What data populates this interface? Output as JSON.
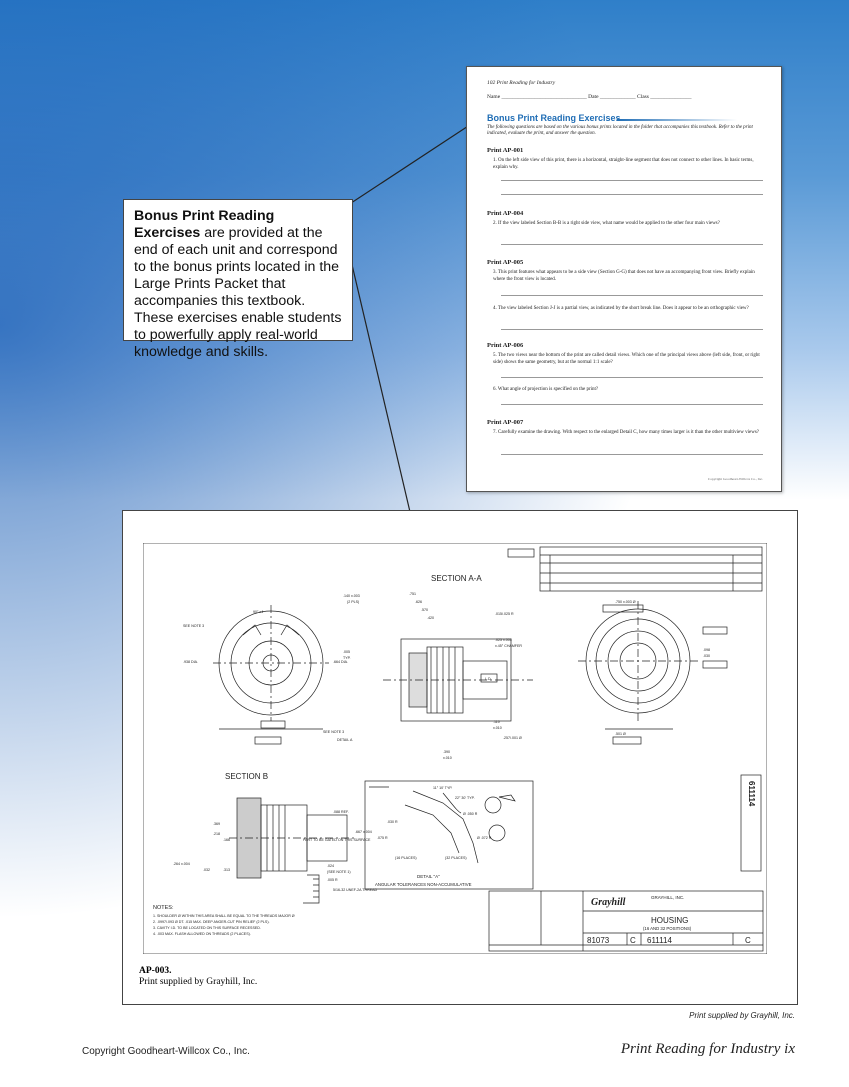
{
  "callout": {
    "title": "Bonus Print Reading Exercises",
    "text": " are provided at the end of each unit and correspond to the bonus prints located in the Large Prints Packet that accompanies this textbook. These exercises enable students to powerfully apply real-world knowledge and skills."
  },
  "book": {
    "header": "102    Print Reading for Industry",
    "name_line": "Name _______________________________  Date _____________  Class _______________",
    "section": "Bonus Print Reading Exercises",
    "intro": "The following questions are based on the various bonus prints located in the folder that accompanies this textbook. Refer to the print indicated, evaluate the print, and answer the question.",
    "prints": [
      {
        "title": "Print AP-001"
      },
      {
        "title": "Print AP-004"
      },
      {
        "title": "Print AP-005"
      },
      {
        "title": "Print AP-006"
      },
      {
        "title": "Print AP-007"
      }
    ],
    "questions": [
      "1.  On the left side view of this print, there is a horizontal, straight-line segment that does not connect to other lines. In basic terms, explain why.",
      "2.  If the view labeled Section B-B is a right side view, what name would be applied to the other four main views?",
      "3.  This print features what appears to be a side view (Section G-G) that does not have an accompanying front view. Briefly explain where the front view is located.",
      "4.  The view labeled Section J-J is a partial view, as indicated by the short break line. Does it appear to be an orthographic view?",
      "5.  The two views near the bottom of the print are called detail views. Which one of the principal views above (left side, front, or right side) shows the same geometry, but at the normal 1:1 scale?",
      "6.  What angle of projection is specified on the print?",
      "7.  Carefully examine the drawing. With respect to the enlarged Detail C, how many times larger is it than the other multiview views?"
    ],
    "copyright": "Copyright Goodheart-Willcox Co., Inc."
  },
  "print": {
    "caption_id": "AP-003.",
    "caption_text": "Print supplied by Grayhill, Inc.",
    "drawing": {
      "section_aa": "SECTION A-A",
      "section_b": "SECTION B",
      "detail_a": "DETAIL \"A\"",
      "angular_note": "ANGULAR TOLERANCES NON-ACCUMULATIVE",
      "title": "HOUSING",
      "subtitle": "(16 AND 32 POSITIONS)",
      "company": "GRAYHILL, INC.",
      "brand": "Grayhill",
      "cage_code": "81073",
      "size": "C",
      "dwg_no": "611114",
      "rev": "C",
      "vertical_dwg": "611114",
      "notes_title": "NOTES:",
      "notes": [
        "1.  SHOULDER Ø WITHIN THIS AREA SHALL BE EQUAL TO THE THREADS MAJOR Ø",
        "2.  .0997/.093 Ø DT. .015 MAX. DEEP ANGER-CUT PIN RELIEF (2 PLS).",
        "3.  CAVITY I.D. TO BE LOCATED ON THIS SURFACE RECESSED.",
        "4.  .003 MAX. FLASH ALLOWED ON THREADS (2 PLACES)."
      ],
      "dims": [
        "SEE NOTE 3",
        "SEE NOTE 3",
        ".938 DIA.",
        ".664 DIA.",
        "90° x4",
        ".140 x.003",
        "(2 PLS)",
        ".751",
        ".626",
        ".570",
        ".420",
        "L.D.",
        ".257/.001 Ø",
        ".501 Ø",
        ".750 x.003 Ø",
        ".098",
        ".030",
        ".015/.025 R",
        ".025 x.003",
        "x.45° CHAMFER",
        ".005",
        "TYP.",
        ".390",
        "x.010",
        ".110",
        "x.010",
        ".088 REF.",
        ".667 x.004",
        ".369",
        ".218",
        ".166",
        ".264 x.004",
        ".032",
        ".313",
        ".024",
        "(SEE NOTE 1)",
        ".005 R",
        "5/16-32 UNEF-2A THREAD",
        "PART TO BE GATED ON THIS SURFACE",
        "11° 10' TYP.",
        "22° 30' TYP.",
        "Ø .050 R",
        "Ø .072 R",
        ".030 R",
        ".075 R",
        "(16 PLACES)",
        "(32 PLACES)",
        "DETAIL A"
      ]
    }
  },
  "supplied": "Print supplied by Grayhill, Inc.",
  "footer_left": "Copyright Goodheart-Willcox Co., Inc.",
  "footer_right": "Print Reading for Industry     ix"
}
